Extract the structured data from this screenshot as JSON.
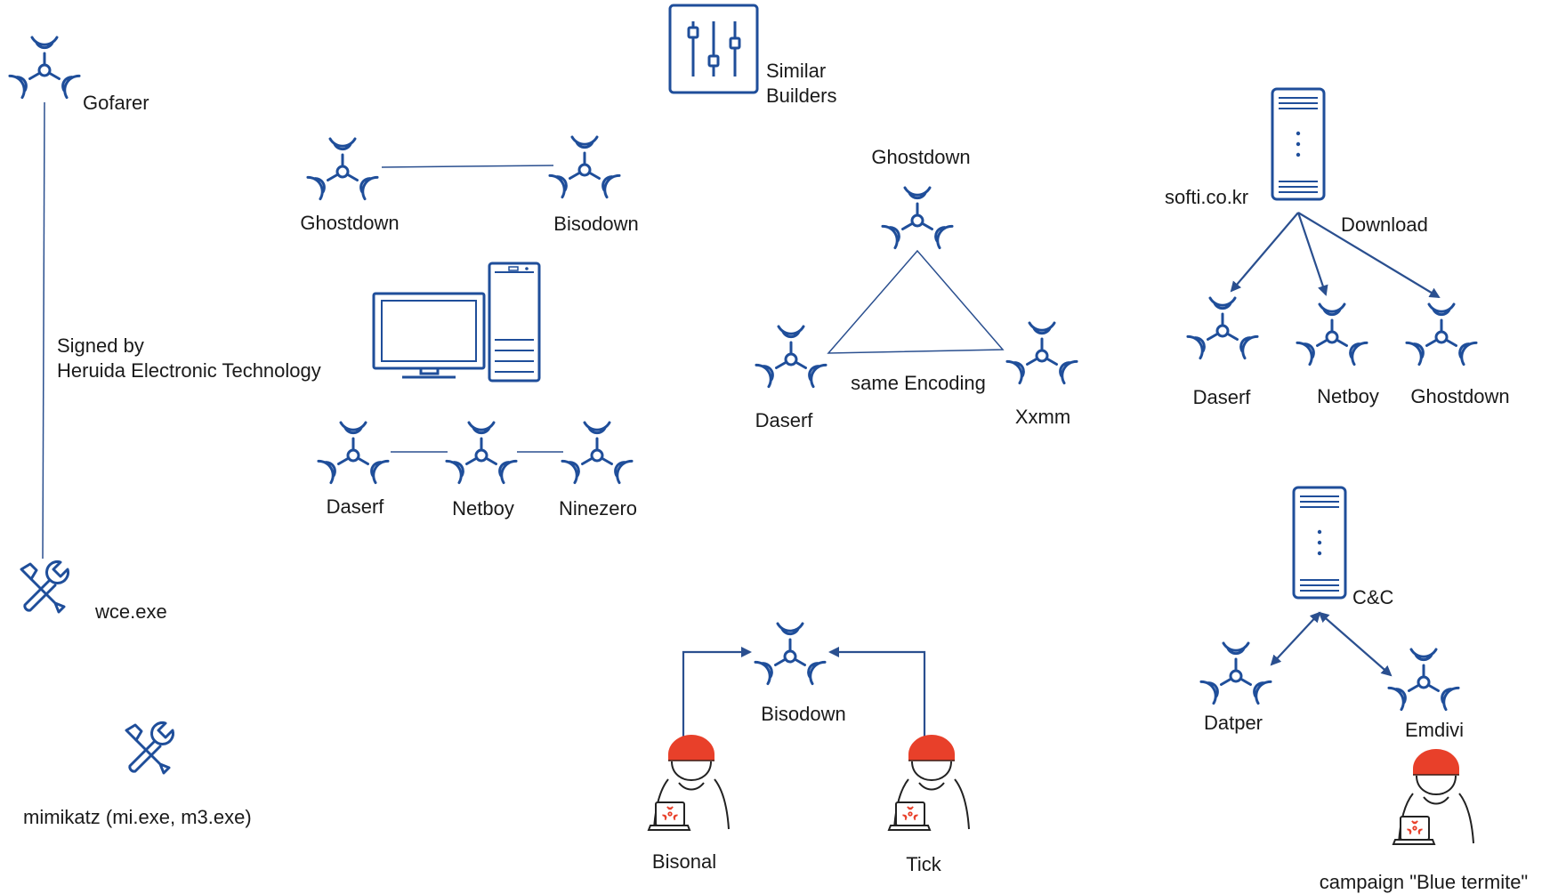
{
  "colors": {
    "icon": "#1f4e9a",
    "line": "#2a4f8f",
    "hat": "#e8402a",
    "text": "#1a1a1a"
  },
  "labels": {
    "gofarer": "Gofarer",
    "signed_line1": "Signed by",
    "signed_line2": "Heruida Electronic Technology",
    "wce": "wce.exe",
    "mimikatz": "mimikatz (mi.exe, m3.exe)",
    "similar_line1": "Similar",
    "similar_line2": "Builders",
    "ghostdown_a": "Ghostdown",
    "bisodown_a": "Bisodown",
    "daserf_a": "Daserf",
    "netboy_a": "Netboy",
    "ninezero": "Ninezero",
    "ghostdown_b": "Ghostdown",
    "daserf_b": "Daserf",
    "xxmm": "Xxmm",
    "same_encoding": "same Encoding",
    "softi": "softi.co.kr",
    "download": "Download",
    "daserf_c": "Daserf",
    "netboy_c": "Netboy",
    "ghostdown_c": "Ghostdown",
    "cc": "C&C",
    "datper": "Datper",
    "emdivi": "Emdivi",
    "campaign": "campaign \"Blue termite\"",
    "bisodown_b": "Bisodown",
    "bisonal": "Bisonal",
    "tick": "Tick"
  },
  "icons": [
    {
      "name": "gofarer-malware-icon",
      "type": "biohazard"
    },
    {
      "name": "wce-tool-icon",
      "type": "tools"
    },
    {
      "name": "mimikatz-tool-icon",
      "type": "tools"
    },
    {
      "name": "similar-builders-icon",
      "type": "sliders"
    },
    {
      "name": "ghostdown-malware-icon",
      "type": "biohazard"
    },
    {
      "name": "bisodown-malware-icon",
      "type": "biohazard"
    },
    {
      "name": "computer-icon",
      "type": "computer"
    },
    {
      "name": "daserf-malware-icon",
      "type": "biohazard"
    },
    {
      "name": "netboy-malware-icon",
      "type": "biohazard"
    },
    {
      "name": "ninezero-malware-icon",
      "type": "biohazard"
    },
    {
      "name": "ghostdown-encoding-icon",
      "type": "biohazard"
    },
    {
      "name": "daserf-encoding-icon",
      "type": "biohazard"
    },
    {
      "name": "xxmm-malware-icon",
      "type": "biohazard"
    },
    {
      "name": "softi-server-icon",
      "type": "server"
    },
    {
      "name": "daserf-download-icon",
      "type": "biohazard"
    },
    {
      "name": "netboy-download-icon",
      "type": "biohazard"
    },
    {
      "name": "ghostdown-download-icon",
      "type": "biohazard"
    },
    {
      "name": "cc-server-icon",
      "type": "server"
    },
    {
      "name": "datper-malware-icon",
      "type": "biohazard"
    },
    {
      "name": "emdivi-malware-icon",
      "type": "biohazard"
    },
    {
      "name": "blue-termite-hacker-icon",
      "type": "hacker"
    },
    {
      "name": "bisodown-shared-icon",
      "type": "biohazard"
    },
    {
      "name": "bisonal-hacker-icon",
      "type": "hacker"
    },
    {
      "name": "tick-hacker-icon",
      "type": "hacker"
    }
  ]
}
